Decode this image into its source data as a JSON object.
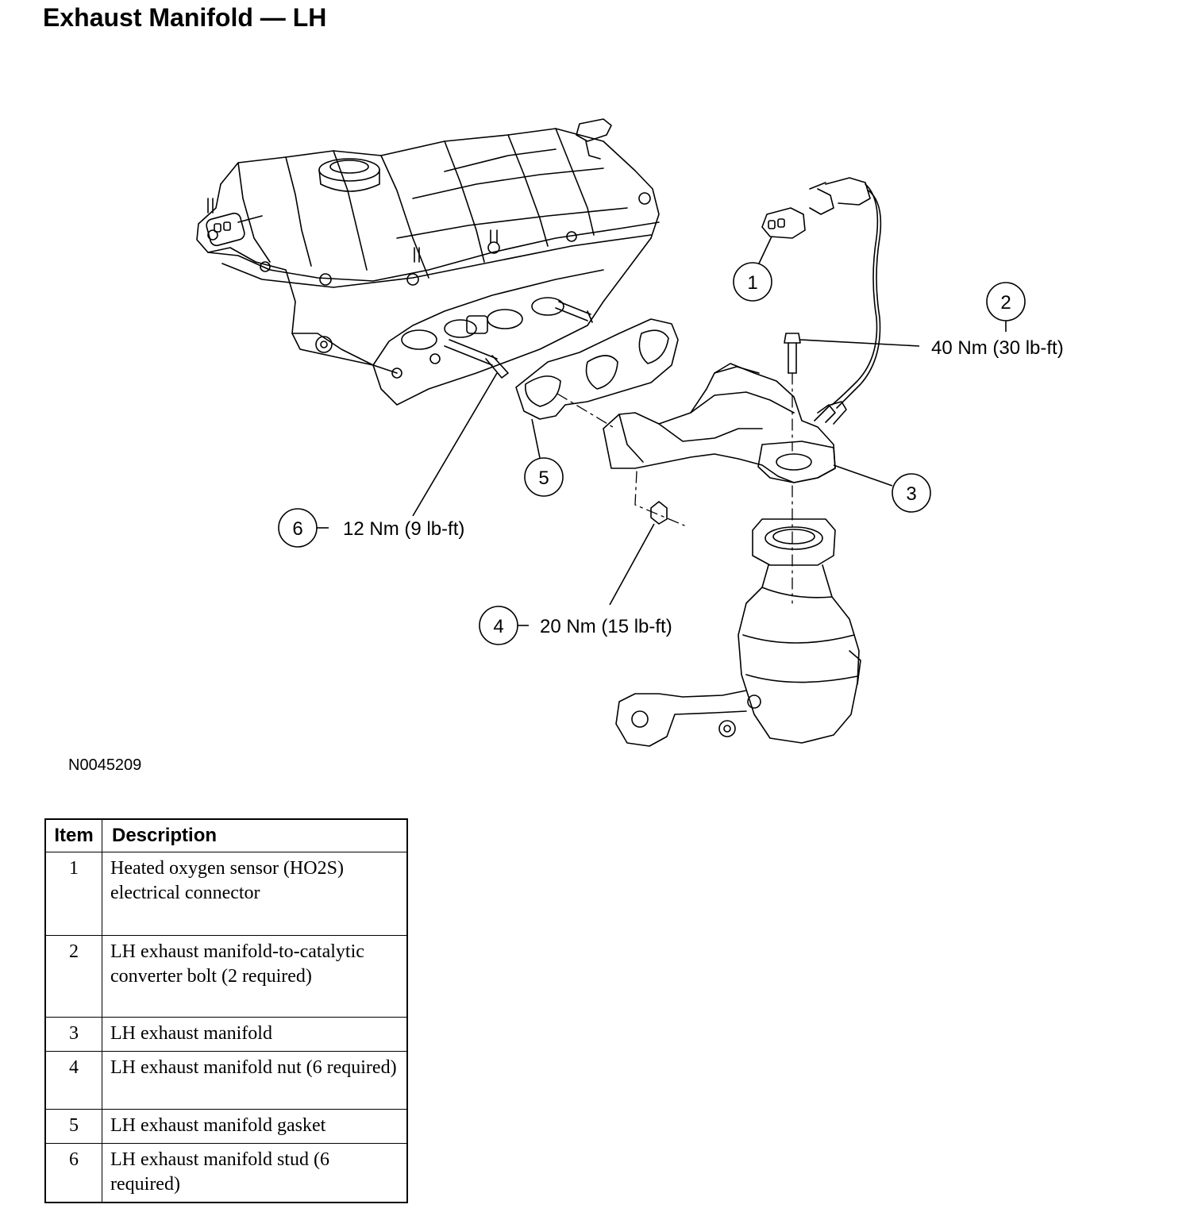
{
  "title": "Exhaust Manifold — LH",
  "figure_id": "N0045209",
  "callouts": [
    {
      "number": "1",
      "torque": ""
    },
    {
      "number": "2",
      "torque": "40 Nm (30 lb-ft)"
    },
    {
      "number": "3",
      "torque": ""
    },
    {
      "number": "4",
      "torque": "20 Nm (15 lb-ft)"
    },
    {
      "number": "5",
      "torque": ""
    },
    {
      "number": "6",
      "torque": "12 Nm (9 lb-ft)"
    }
  ],
  "table": {
    "headers": [
      "Item",
      "Description"
    ],
    "rows": [
      {
        "item": "1",
        "description": "Heated oxygen sensor (HO2S) electrical connector"
      },
      {
        "item": "2",
        "description": "LH exhaust manifold-to-catalytic converter bolt (2 required)"
      },
      {
        "item": "3",
        "description": "LH exhaust manifold"
      },
      {
        "item": "4",
        "description": "LH exhaust manifold nut (6 required)"
      },
      {
        "item": "5",
        "description": "LH exhaust manifold gasket"
      },
      {
        "item": "6",
        "description": "LH exhaust manifold stud (6 required)"
      }
    ]
  }
}
